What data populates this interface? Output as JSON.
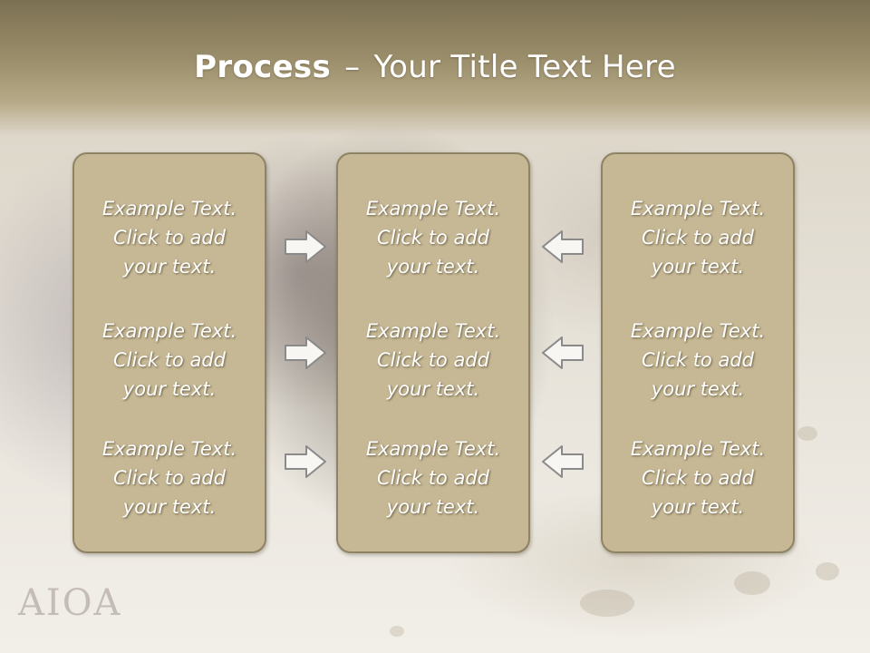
{
  "slide": {
    "title_bold": "Process",
    "title_separator": "–",
    "title_rest": "Your Title Text Here"
  },
  "columns": [
    {
      "items": [
        {
          "line1": "Example Text.",
          "line2": "Click  to add",
          "line3": "your text."
        },
        {
          "line1": "Example Text.",
          "line2": "Click  to add",
          "line3": "your text."
        },
        {
          "line1": "Example Text.",
          "line2": "Click  to add",
          "line3": "your text."
        }
      ]
    },
    {
      "items": [
        {
          "line1": "Example Text.",
          "line2": "Click  to add",
          "line3": "your text."
        },
        {
          "line1": "Example Text.",
          "line2": "Click  to add",
          "line3": "your text."
        },
        {
          "line1": "Example Text.",
          "line2": "Click  to add",
          "line3": "your text."
        }
      ]
    },
    {
      "items": [
        {
          "line1": "Example Text.",
          "line2": "Click  to add",
          "line3": "your text."
        },
        {
          "line1": "Example Text.",
          "line2": "Click  to add",
          "line3": "your text."
        },
        {
          "line1": "Example Text.",
          "line2": "Click  to add",
          "line3": "your text."
        }
      ]
    }
  ],
  "arrows": {
    "left_group": [
      "arrow-right-icon",
      "arrow-right-icon",
      "arrow-right-icon"
    ],
    "right_group": [
      "arrow-left-icon",
      "arrow-left-icon",
      "arrow-left-icon"
    ]
  },
  "background_logo_text": "AIOA",
  "colors": {
    "header": "#8a7e5e",
    "box_fill": "#c6b894",
    "box_border": "#8f8365",
    "text": "#ffffff"
  }
}
